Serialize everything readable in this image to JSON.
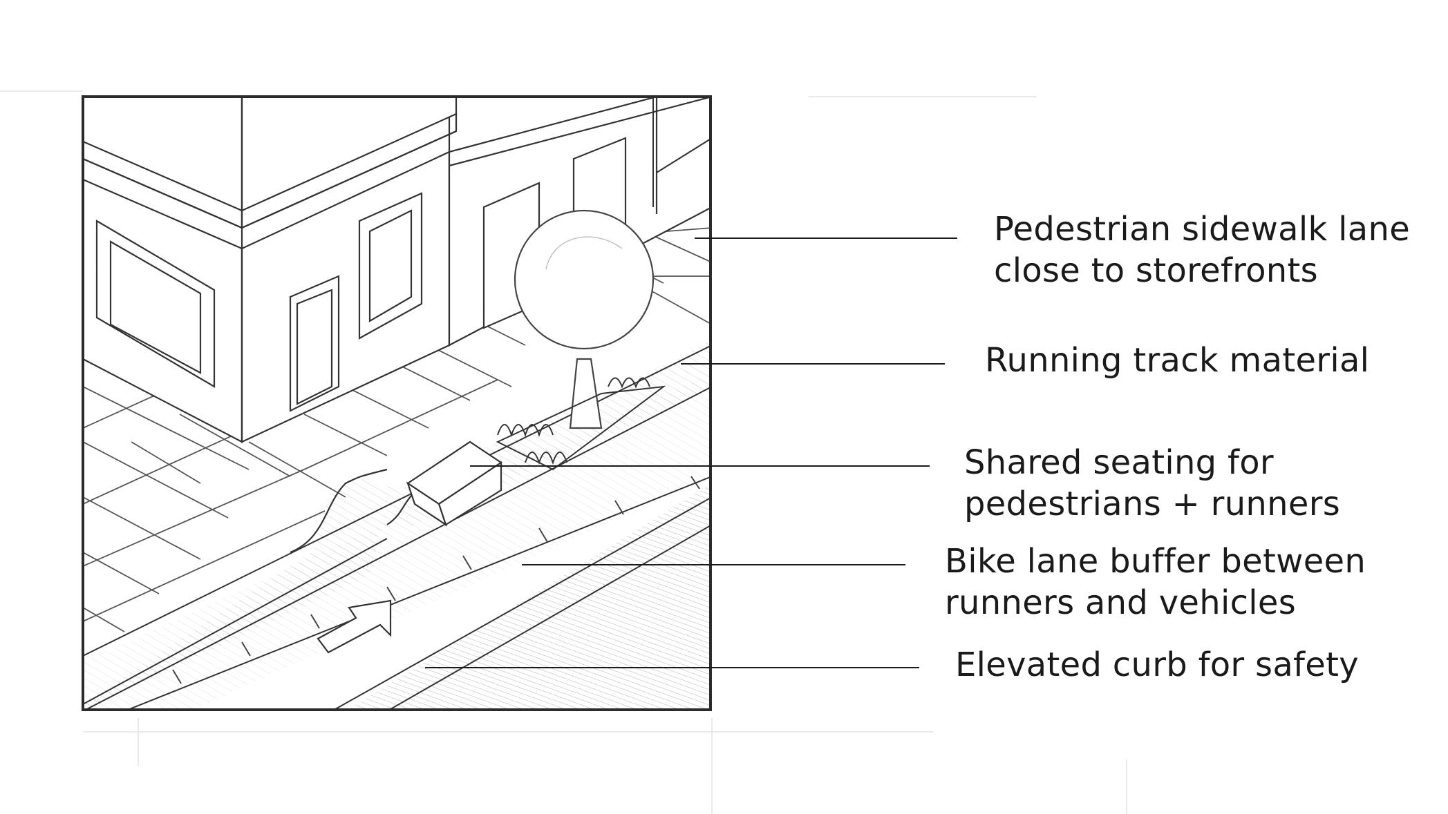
{
  "annotations": [
    {
      "id": "sidewalk",
      "line1": "Pedestrian sidewalk lane",
      "line2": "close to storefronts"
    },
    {
      "id": "track",
      "line1": "Running track material",
      "line2": ""
    },
    {
      "id": "seating",
      "line1": "Shared seating for",
      "line2": "pedestrians + runners"
    },
    {
      "id": "bike",
      "line1": "Bike lane buffer between",
      "line2": "runners and vehicles"
    },
    {
      "id": "curb",
      "line1": "Elevated curb for safety",
      "line2": ""
    }
  ],
  "colors": {
    "pencil": "#3a3a3a",
    "pencil_light": "#9a9a9a",
    "ink": "#1a1a1a",
    "paper": "#ffffff"
  }
}
